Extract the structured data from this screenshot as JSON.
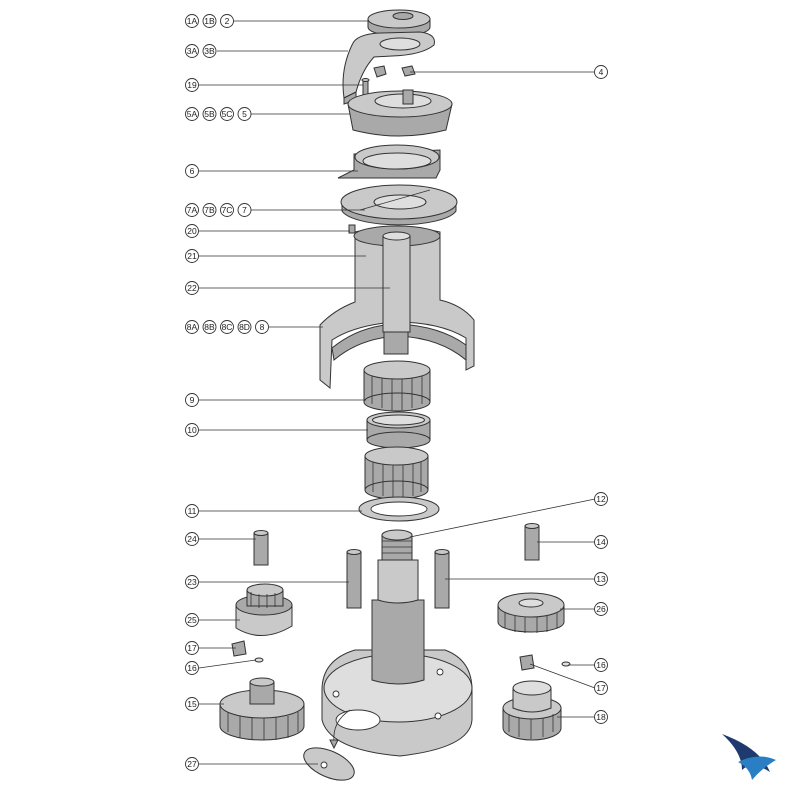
{
  "diagram": {
    "callouts": [
      {
        "id": "c1",
        "labels": [
          "1A",
          "1B",
          "2"
        ]
      },
      {
        "id": "c2",
        "labels": [
          "3A",
          "3B"
        ]
      },
      {
        "id": "c3",
        "labels": [
          "4"
        ]
      },
      {
        "id": "c4",
        "labels": [
          "19"
        ]
      },
      {
        "id": "c5",
        "labels": [
          "5A",
          "5B",
          "5C",
          "5"
        ]
      },
      {
        "id": "c6",
        "labels": [
          "6"
        ]
      },
      {
        "id": "c7",
        "labels": [
          "7A",
          "7B",
          "7C",
          "7"
        ]
      },
      {
        "id": "c8",
        "labels": [
          "20"
        ]
      },
      {
        "id": "c9",
        "labels": [
          "21"
        ]
      },
      {
        "id": "c10",
        "labels": [
          "22"
        ]
      },
      {
        "id": "c11",
        "labels": [
          "8A",
          "8B",
          "8C",
          "8D",
          "8"
        ]
      },
      {
        "id": "c12",
        "labels": [
          "9"
        ]
      },
      {
        "id": "c13",
        "labels": [
          "10"
        ]
      },
      {
        "id": "c14",
        "labels": [
          "11"
        ]
      },
      {
        "id": "c15",
        "labels": [
          "12"
        ]
      },
      {
        "id": "c16",
        "labels": [
          "24"
        ]
      },
      {
        "id": "c17",
        "labels": [
          "14"
        ]
      },
      {
        "id": "c18",
        "labels": [
          "23"
        ]
      },
      {
        "id": "c19",
        "labels": [
          "13"
        ]
      },
      {
        "id": "c20",
        "labels": [
          "25"
        ]
      },
      {
        "id": "c21",
        "labels": [
          "26"
        ]
      },
      {
        "id": "c22",
        "labels": [
          "17"
        ]
      },
      {
        "id": "c23",
        "labels": [
          "16"
        ]
      },
      {
        "id": "c24",
        "labels": [
          "16"
        ]
      },
      {
        "id": "c25",
        "labels": [
          "17"
        ]
      },
      {
        "id": "c26",
        "labels": [
          "15"
        ]
      },
      {
        "id": "c27",
        "labels": [
          "18"
        ]
      },
      {
        "id": "c28",
        "labels": [
          "27"
        ]
      }
    ]
  },
  "brand": {
    "logo_icon": "sail-swoosh-logo-icon",
    "colors": {
      "navy": "#1f3a6e",
      "blue": "#2a7fc4"
    }
  }
}
